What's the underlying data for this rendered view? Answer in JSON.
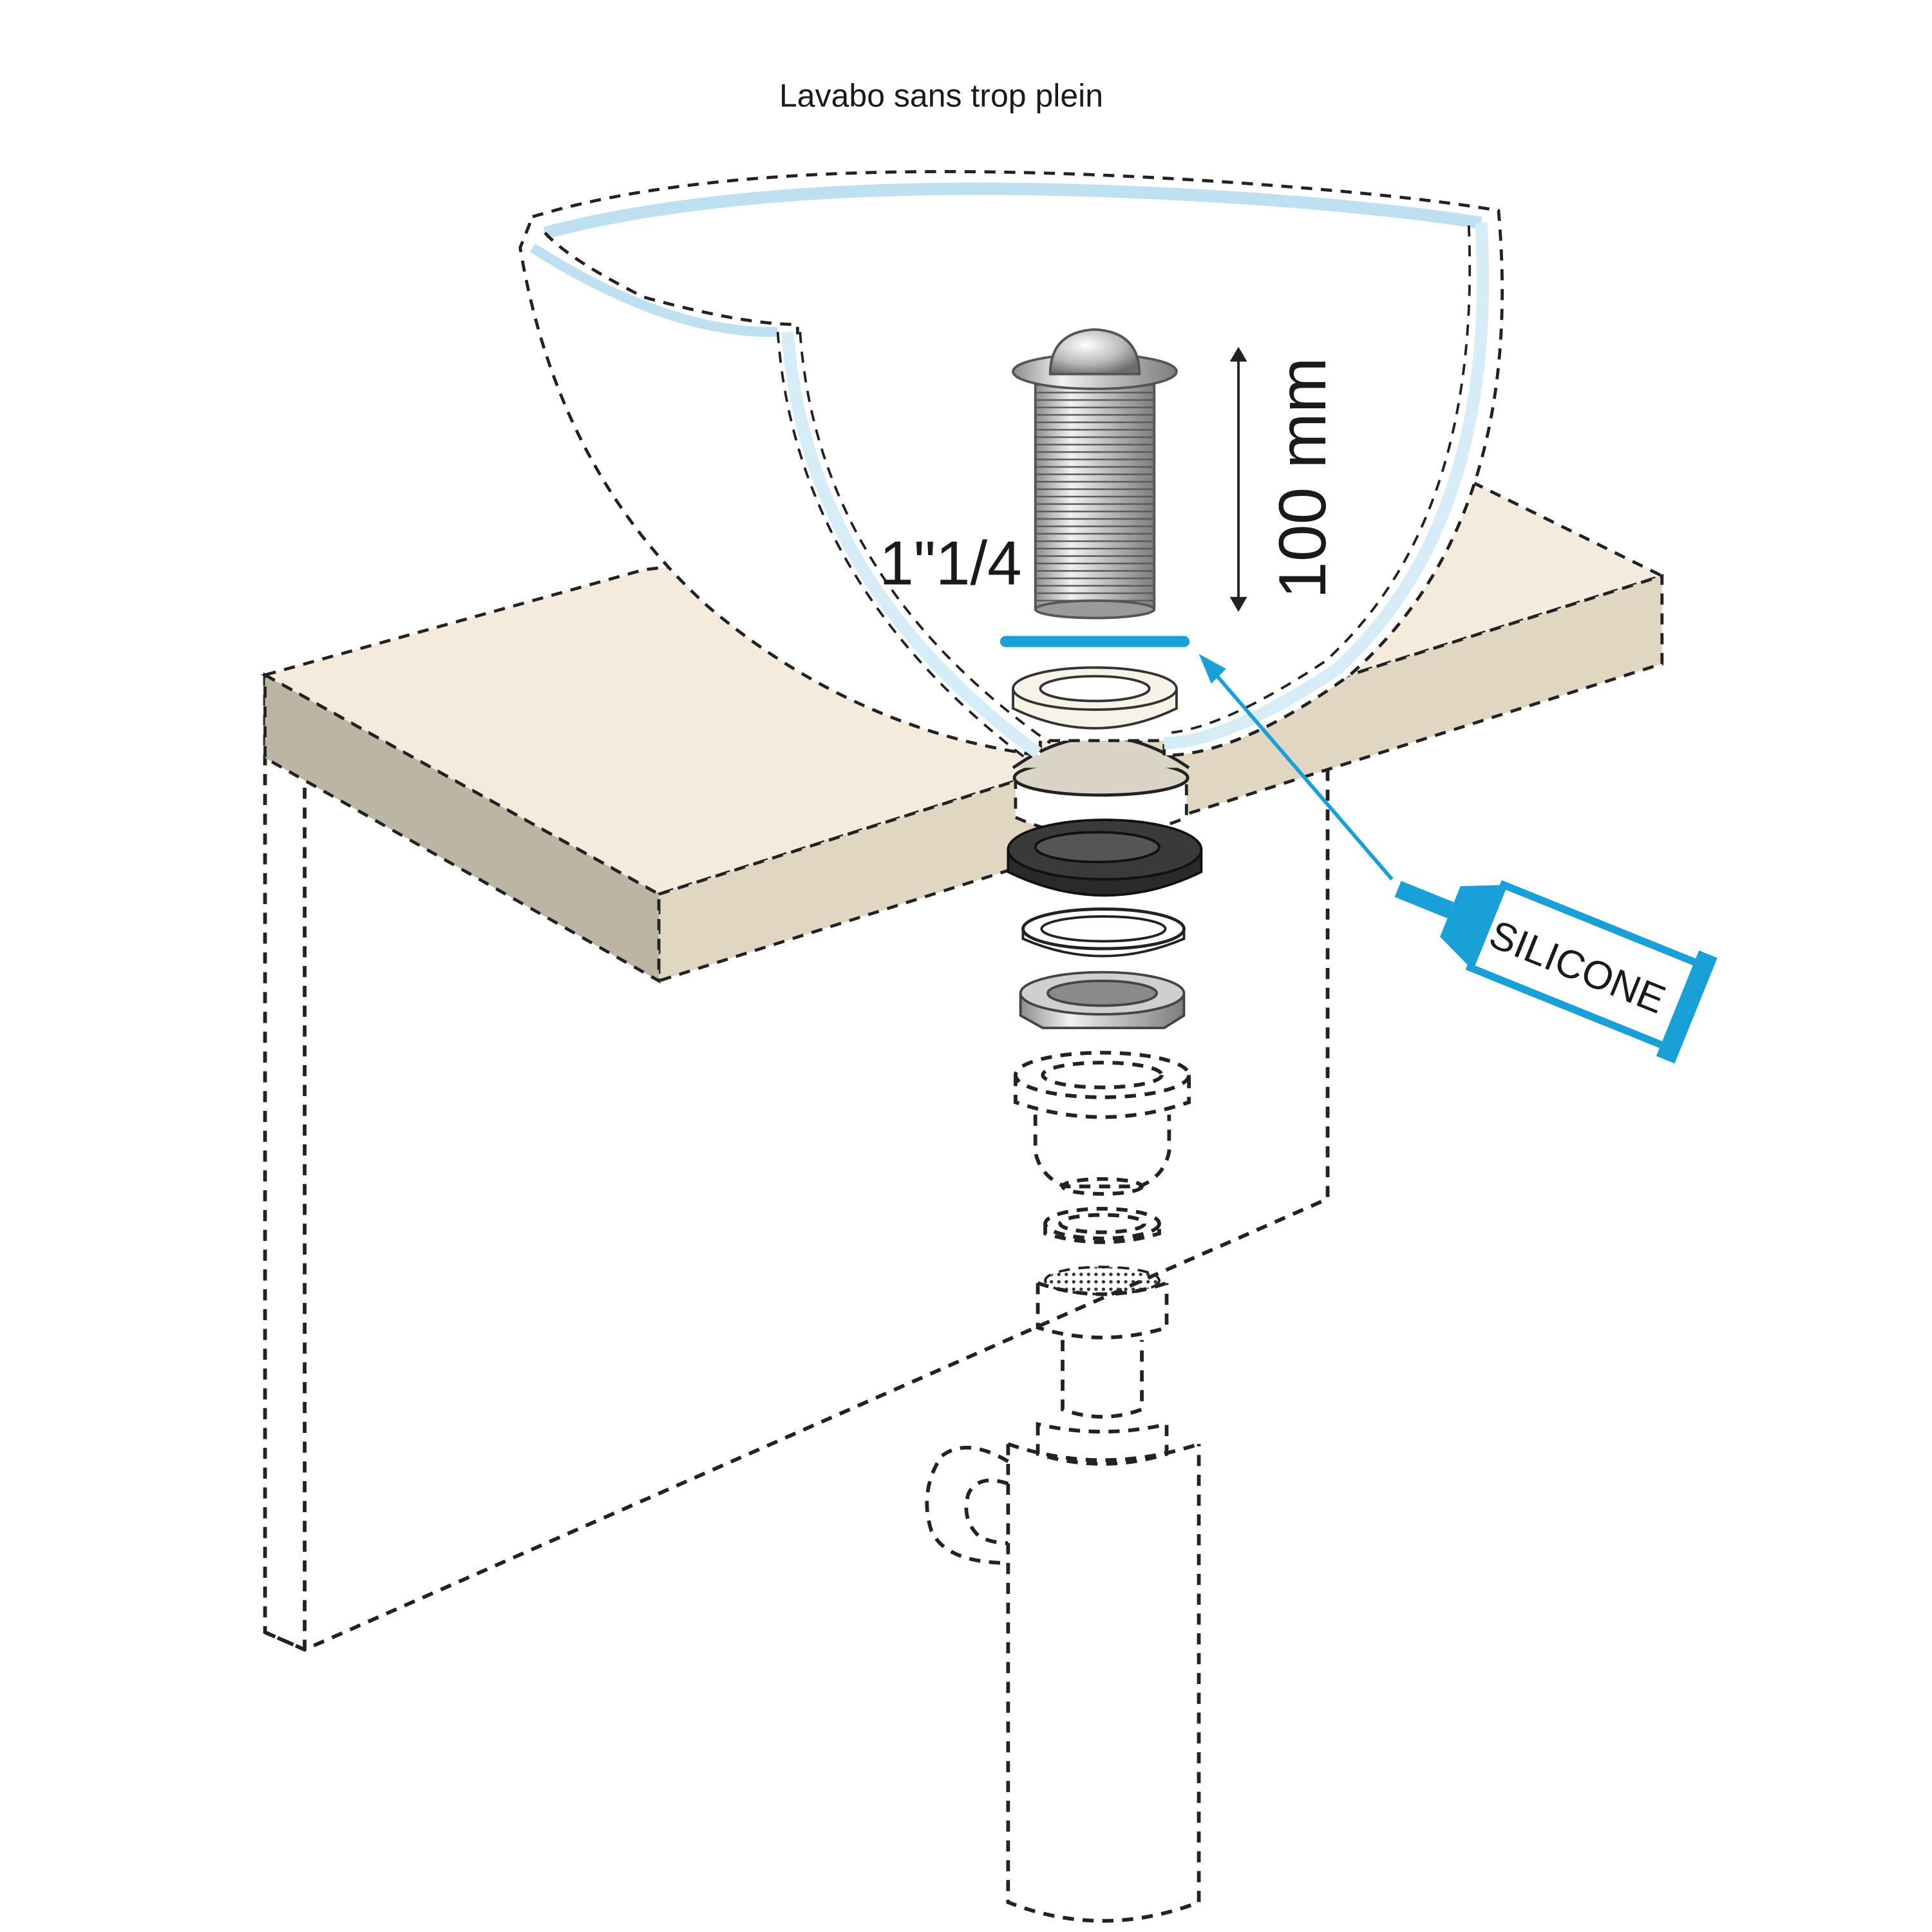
{
  "title": "Lavabo sans trop plein",
  "labels": {
    "thread_size": "1\"1/4",
    "length": "100 mm",
    "silicone": "SILICONE"
  },
  "colors": {
    "countertop_top": "#f5ebdd",
    "countertop_front": "#e0d6c2",
    "countertop_side": "#bcb5a4",
    "silicone": "#1aa0d8",
    "chrome_light": "#e6e6e6",
    "chrome_dark": "#8a8a8a",
    "rubber_black": "#2a2a2a",
    "washer_cream": "#f7f3e6"
  }
}
